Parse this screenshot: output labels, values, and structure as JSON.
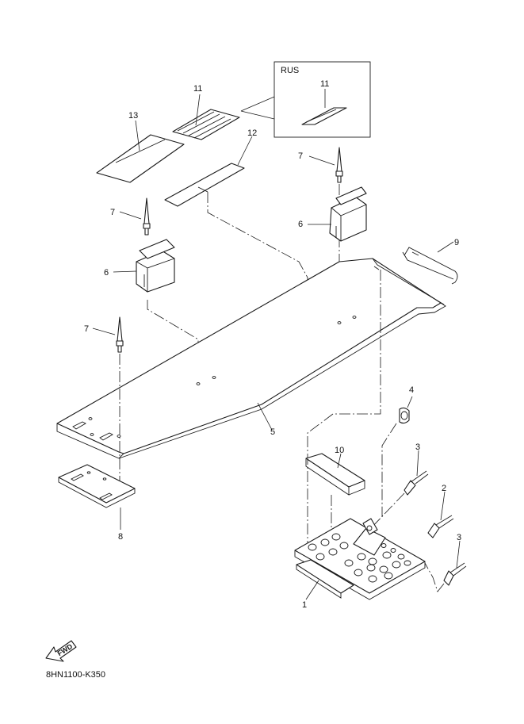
{
  "diagram": {
    "callouts": [
      "1",
      "2",
      "3",
      "3",
      "4",
      "5",
      "6",
      "6",
      "7",
      "7",
      "7",
      "8",
      "9",
      "10",
      "11",
      "11",
      "12",
      "13"
    ],
    "inset_label": "RUS",
    "fwd_label": "FWD",
    "drawing_code": "8HN1100-K350"
  }
}
